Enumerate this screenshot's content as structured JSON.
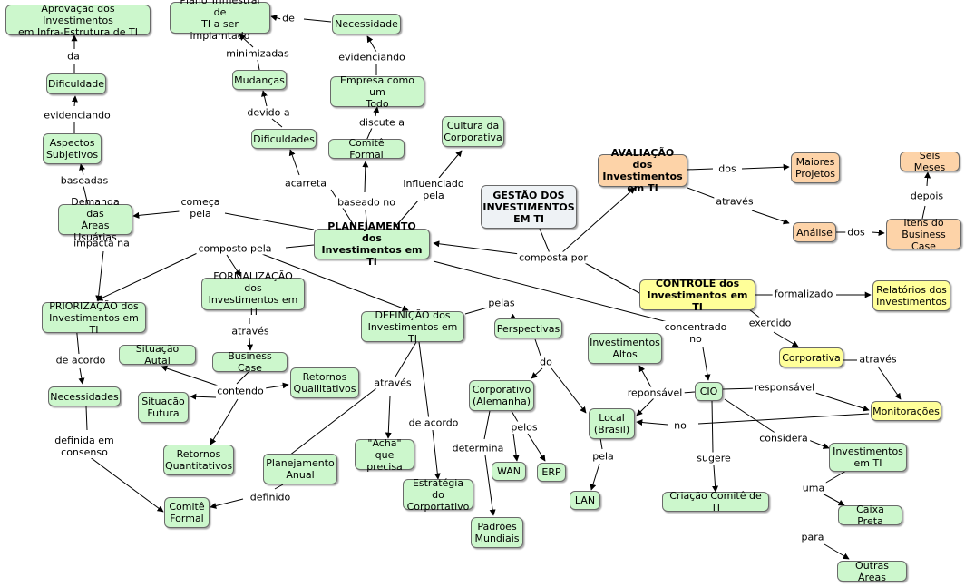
{
  "colors": {
    "green": "#ccf7cc",
    "orange": "#fdd3a8",
    "yellow": "#ffff99",
    "gray": "#eef2f5",
    "line": "#000000"
  },
  "concepts": {
    "aprovacao": "Aprovação dos Investimentos\nem Infra-Estrutura de TI",
    "plano_trimestral": "Plano Trimestral de\nTI a ser implamtado",
    "necessidade": "Necessidade",
    "dificuldade": "Dificuldade",
    "mudancas": "Mudanças",
    "empresa_todo": "Empresa como um\nTodo",
    "aspectos": "Aspectos\nSubjetivos",
    "dificuldades": "Dificuldades",
    "comite_formal": "Comitê Formal",
    "cultura": "Cultura da\nCorporativa",
    "avaliacao": "AVALIAÇÃO dos\nInvestimentos em TI",
    "maiores_projetos": "Maiores\nProjetos",
    "seis_meses": "Seis Meses",
    "gestao": "GESTÃO DOS\nINVESTIMENTOS\nEM TI",
    "demanda": "Demanda das\nÁreas Usuárias",
    "planejamento": "PLANEJAMENTO dos\nInvestimentos em TI",
    "analise": "Análise",
    "itens_bc": "Itens do\nBusiness Case",
    "controle": "CONTROLE dos\nInvestimentos em TI",
    "relatorios": "Relatórios dos\nInvestimentos",
    "formalizacao": "FORMALIZAÇÃO dos\nInvestimentos em TI",
    "priorizacao": "PRIORIZAÇÃO dos\nInvestimentos em TI",
    "definicao": "DEFINIÇÃO dos\nInvestimentos em TI",
    "perspectivas": "Perspectivas",
    "invest_altos": "Investimentos\nAltos",
    "corporativa": "Corporativa",
    "situacao_atual": "Situação Autal",
    "business_case": "Business Case",
    "retornos_qual": "Retornos\nQualiitativos",
    "necessidades": "Necessidades",
    "situacao_futura": "Situação\nFutura",
    "corp_alemanha": "Corporativo\n(Alemanha)",
    "cio": "CIO",
    "monitoracoes": "Monitorações",
    "local_brasil": "Local\n(Brasil)",
    "acha": "\"Acha\" que\nprecisa",
    "invest_ti": "Investimentos\nem TI",
    "retornos_quant": "Retornos\nQuantitativos",
    "planejamento_anual": "Planejamento\nAnual",
    "wan": "WAN",
    "erp": "ERP",
    "estrategia": "Estratégia do\nCorportativo",
    "lan": "LAN",
    "criacao_comite": "Criação Comitê de TI",
    "caixa_preta": "Caixa Preta",
    "comite_formal2": "Comitê\nFormal",
    "padroes": "Padrões\nMundiais",
    "outras_areas": "Outras Áreas"
  },
  "links": {
    "da": "da",
    "de": "de",
    "minimizadas": "minimizadas",
    "evidenciando": "evidenciando",
    "evidenciando2": "evidenciando",
    "devido_a": "devido a",
    "discute_a": "discute a",
    "baseadas": "baseadas",
    "dos": "dos",
    "dos2": "dos",
    "comeca_pela": "começa\npela",
    "acarreta": "acarreta",
    "baseado_no": "baseado no",
    "influenciado_pela": "influenciado\npela",
    "atraves": "através",
    "depois": "depois",
    "composto_pela": "composto pela",
    "composta_por": "composta por",
    "impacta_na": "impacta na",
    "formalizado": "formalizado",
    "pelas": "pelas",
    "atraves2": "através",
    "concentrado_no": "concentrado\nno",
    "exercido": "exercido",
    "de_acordo": "de acordo",
    "atraves3": "através",
    "do": "do",
    "contendo": "contendo",
    "atraves4": "através",
    "reponsavel": "reponsável",
    "responsavel": "responsável",
    "pelos": "pelos",
    "no": "no",
    "de_acordo2": "de acordo",
    "definida_em_consenso": "definida em\nconsenso",
    "considera": "considera",
    "determina": "determina",
    "pela": "pela",
    "sugere": "sugere",
    "uma": "uma",
    "definido": "definido",
    "para": "para"
  }
}
